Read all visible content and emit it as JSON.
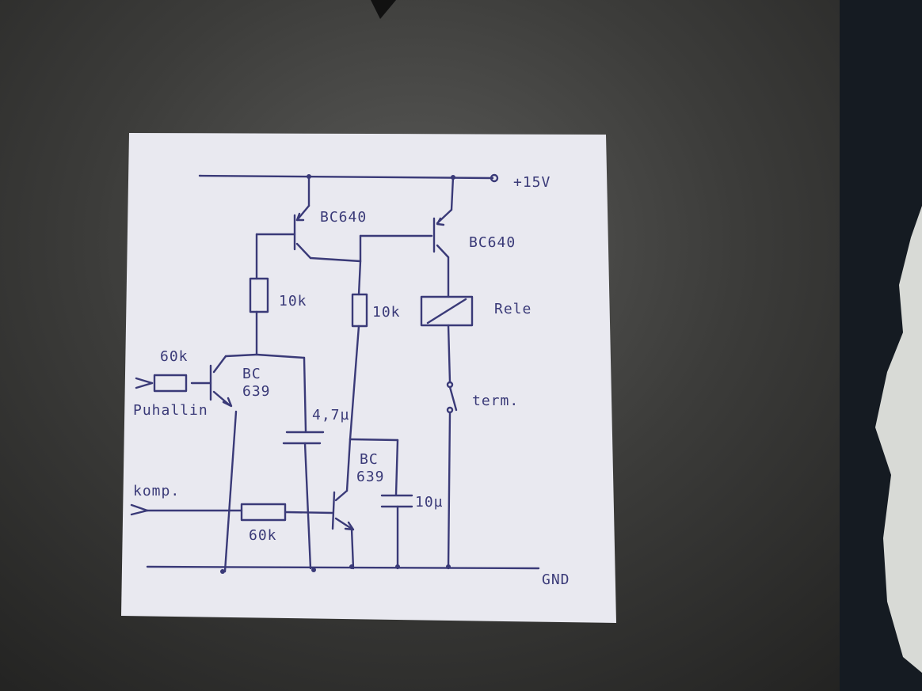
{
  "labels": {
    "supply": "+15V",
    "ground": "GND",
    "q1": "BC640",
    "q2": "BC640",
    "r1": "10k",
    "r2": "10k",
    "relay": "Rele",
    "thermostat": "term.",
    "r_in": "60k",
    "q3_line1": "BC",
    "q3_line2": "639",
    "input1": "Puhallin",
    "c1": "4,7µ",
    "q4_line1": "BC",
    "q4_line2": "639",
    "c2": "10µ",
    "input2": "komp.",
    "r_komp": "60k"
  },
  "colors": {
    "ink": "#3a3a78",
    "paper": "#e8e8ee",
    "background": "#3c3c3a"
  }
}
